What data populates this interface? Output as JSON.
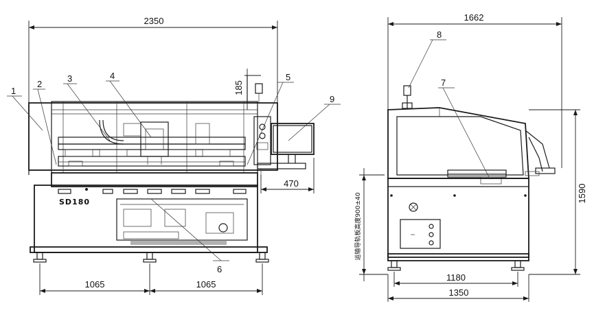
{
  "front_view": {
    "dims": {
      "overall_width": "2350",
      "left_leg": "1065",
      "right_leg": "1065",
      "top_offset": "185",
      "screen_offset": "470"
    },
    "callouts": [
      "1",
      "2",
      "3",
      "4",
      "5",
      "6",
      "9"
    ],
    "brand_label": "SD180"
  },
  "side_view": {
    "dims": {
      "overall_depth": "1662",
      "overall_height": "1590",
      "foot_span": "1180",
      "base_depth": "1350",
      "height_note": "运输导轨板高度900±40"
    },
    "callouts": [
      "8",
      "7"
    ]
  },
  "colors": {
    "line": "#1a1a1a",
    "background": "#ffffff"
  }
}
